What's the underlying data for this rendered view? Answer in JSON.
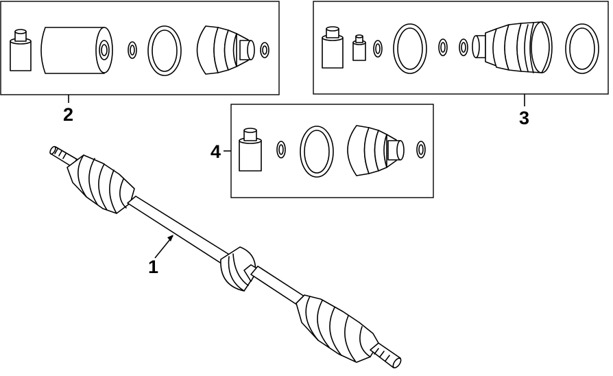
{
  "diagram": {
    "callouts": {
      "shaft_assembly": "1",
      "outer_boot_kit_upper_left": "2",
      "boot_kit_upper_right": "3",
      "inner_boot_kit_center": "4"
    }
  }
}
